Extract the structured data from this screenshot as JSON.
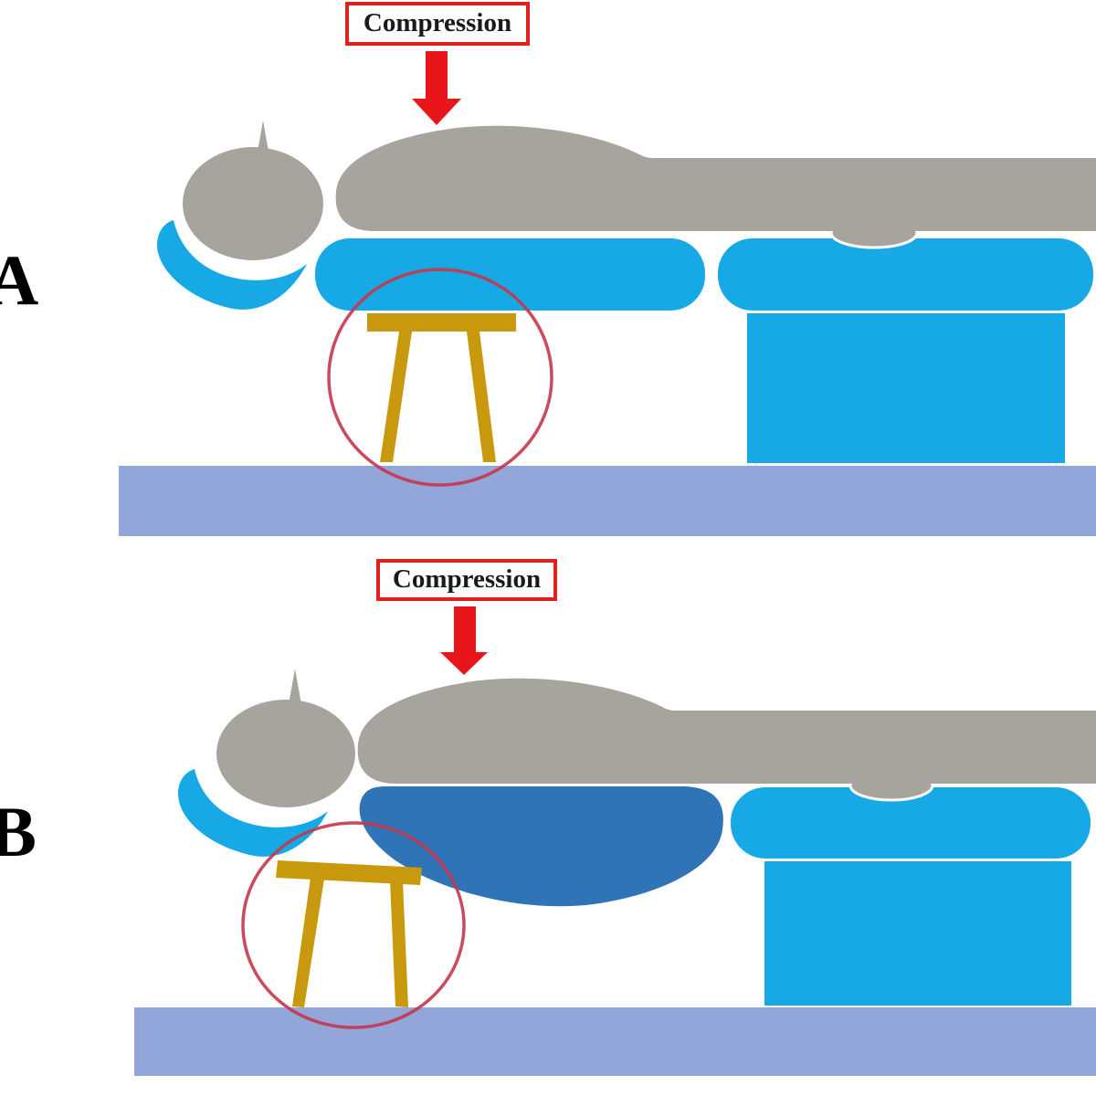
{
  "figure": {
    "panel_a": {
      "label": "A",
      "compression_label": "Compression"
    },
    "panel_b": {
      "label": "B",
      "compression_label": "Compression"
    },
    "colors": {
      "body_gray": "#A7A39D",
      "mattress_cyan": "#17A9E5",
      "compressed_mattress_blue": "#2F74B7",
      "floor_periwinkle": "#92A6D9",
      "stool_gold": "#C8990D",
      "arrow_red": "#E8161B",
      "label_box_border_red": "#E2201E",
      "focus_circle_red": "#C4374B",
      "text_black": "#1A1A1A"
    }
  }
}
